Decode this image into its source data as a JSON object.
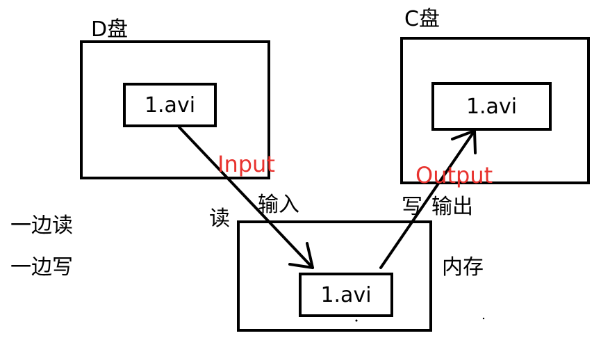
{
  "drives": {
    "d": {
      "label": "D盘",
      "file": "1.avi"
    },
    "c": {
      "label": "C盘",
      "file": "1.avi"
    }
  },
  "memory": {
    "label": "内存",
    "file": "1.avi"
  },
  "arrows": {
    "input": {
      "label": "Input",
      "cn_label": "输入",
      "action": "读"
    },
    "output": {
      "label": "Output",
      "cn_label": "输出",
      "action": "写"
    }
  },
  "notes": [
    "一边读",
    "一边写"
  ],
  "colors": {
    "stroke": "#000000",
    "accent": "#e8322e"
  }
}
